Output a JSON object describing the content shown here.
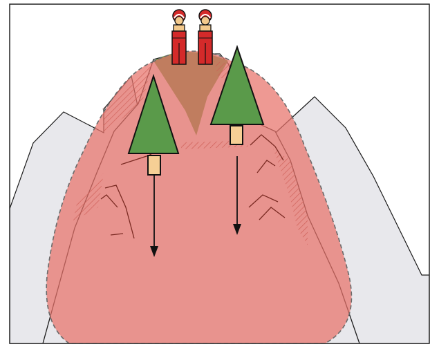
{
  "scene": {
    "colors": {
      "sky": "#ffffff",
      "frame": "#222222",
      "mountain_fill": "#e8e8ec",
      "mountain_stroke": "#1a1a1a",
      "grass": "#5c9a44",
      "hazard_zone": "#e8726a",
      "hazard_zone_opacity": 0.72,
      "hazard_outline": "#6a6a6a",
      "hatch": "#8a2a22",
      "rock_line": "#7a2a22",
      "tree_foliage": "#5a9a4a",
      "tree_trunk": "#f6cf95",
      "outline": "#111111",
      "person_red": "#d42a2a",
      "person_skin": "#f3c98c",
      "arrow": "#111111"
    },
    "icons": {
      "people": "person-icon",
      "trees": "fir-tree-icon",
      "arrows": "down-arrow-icon"
    },
    "people_count": 2,
    "tree_count": 2,
    "arrow_count": 2
  }
}
